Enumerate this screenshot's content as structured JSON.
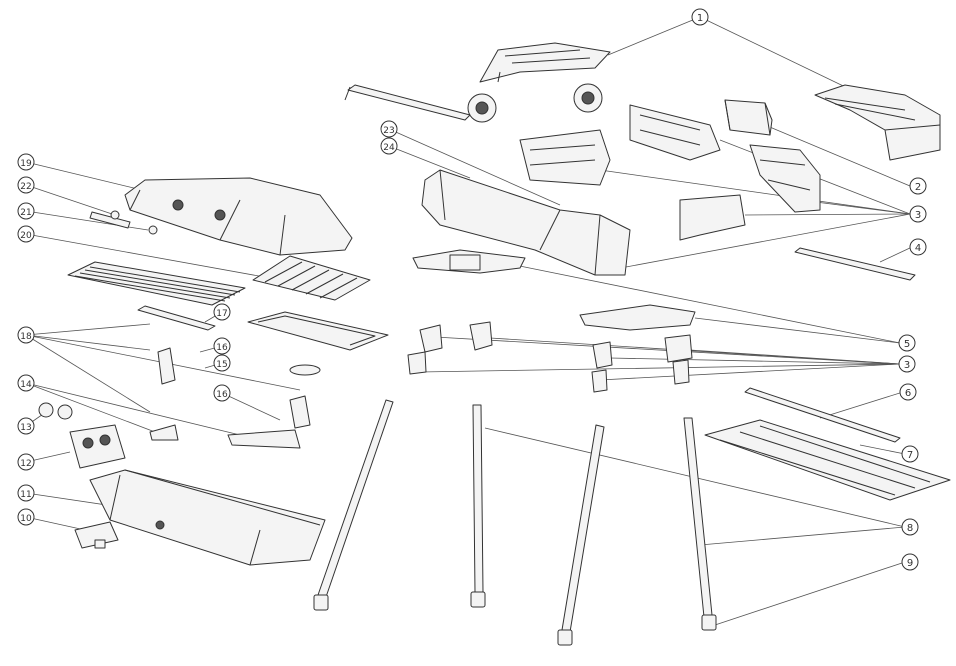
{
  "callouts": [
    {
      "id": "c1",
      "label": "1"
    },
    {
      "id": "c2",
      "label": "2"
    },
    {
      "id": "c3a",
      "label": "3"
    },
    {
      "id": "c4",
      "label": "4"
    },
    {
      "id": "c5",
      "label": "5"
    },
    {
      "id": "c3b",
      "label": "3"
    },
    {
      "id": "c6",
      "label": "6"
    },
    {
      "id": "c7",
      "label": "7"
    },
    {
      "id": "c8",
      "label": "8"
    },
    {
      "id": "c9",
      "label": "9"
    },
    {
      "id": "c23",
      "label": "23"
    },
    {
      "id": "c24",
      "label": "24"
    },
    {
      "id": "c19",
      "label": "19"
    },
    {
      "id": "c22",
      "label": "22"
    },
    {
      "id": "c21",
      "label": "21"
    },
    {
      "id": "c20",
      "label": "20"
    },
    {
      "id": "c18",
      "label": "18"
    },
    {
      "id": "c17",
      "label": "17"
    },
    {
      "id": "c16",
      "label": "16"
    },
    {
      "id": "c15",
      "label": "15"
    },
    {
      "id": "c14",
      "label": "14"
    },
    {
      "id": "c13",
      "label": "13"
    },
    {
      "id": "c12",
      "label": "12"
    },
    {
      "id": "c11",
      "label": "11"
    },
    {
      "id": "c10",
      "label": "10"
    },
    {
      "id": "c16b",
      "label": "16"
    }
  ],
  "colors": {
    "line": "#333333",
    "fill": "#f4f4f4",
    "dark": "#555555",
    "background": "#ffffff"
  }
}
